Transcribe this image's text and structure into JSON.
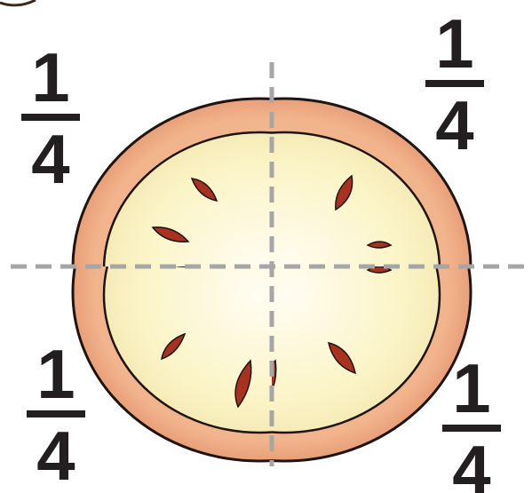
{
  "fractions": {
    "top_left": {
      "numerator": "1",
      "denominator": "4"
    },
    "top_right": {
      "numerator": "1",
      "denominator": "4"
    },
    "bottom_left": {
      "numerator": "1",
      "denominator": "4"
    },
    "bottom_right": {
      "numerator": "1",
      "denominator": "4"
    }
  },
  "colors": {
    "crust": "#e8a07a",
    "crust_outline": "#1e1412",
    "cheese": "#fbf6c9",
    "cheese_center": "#fefbe8",
    "topping": "#a8321f",
    "cut_line": "#a6a6a6",
    "fraction_text": "#231f20"
  }
}
